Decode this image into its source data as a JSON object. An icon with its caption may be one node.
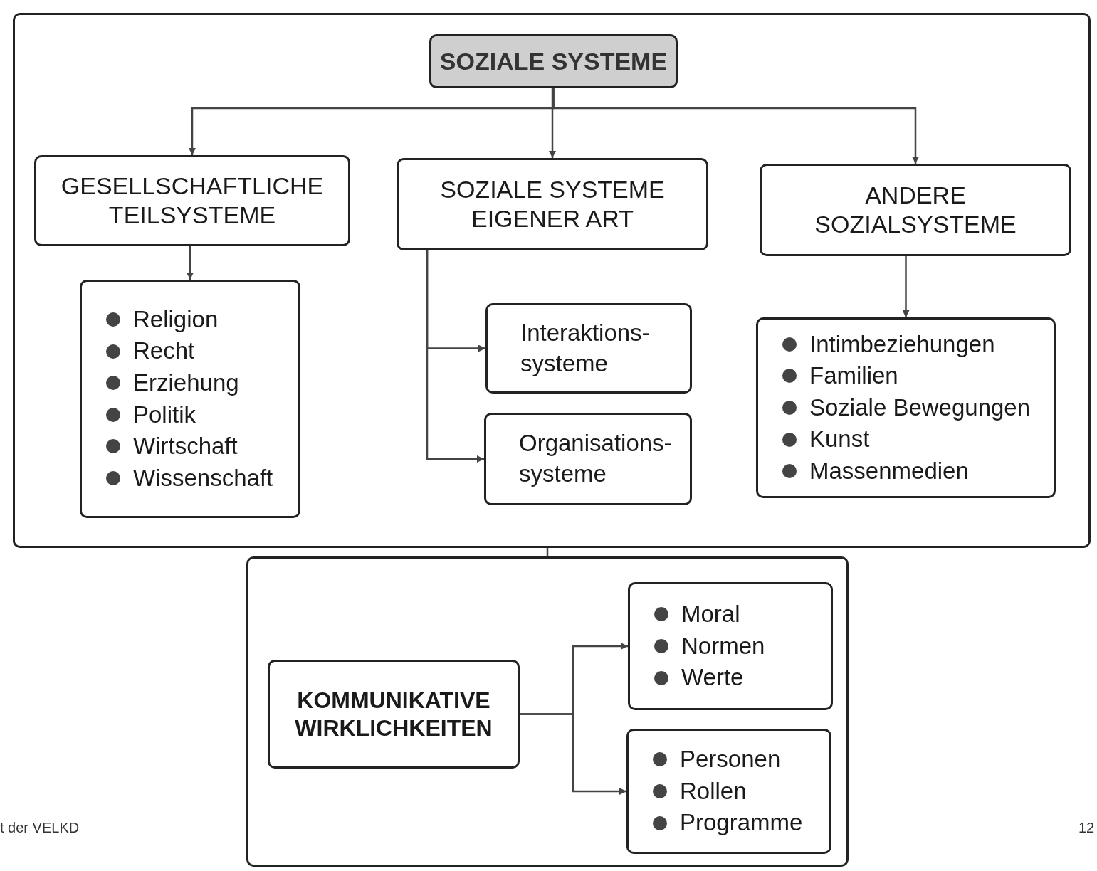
{
  "diagram": {
    "nodes": [
      {
        "text": [],
        "shape": "box"
      },
      {
        "text": [
          "SOZIALE SYSTEME"
        ],
        "in": 0
      },
      {
        "text": [
          "GESELLSCHAFTLICHE TEILSYSTEME"
        ],
        "in": 0
      },
      {
        "text": [
          "SOZIALE SYSTEME EIGENER ART"
        ],
        "in": 0
      },
      {
        "text": [
          "ANDERE SOZIALSYSTEME"
        ],
        "in": 0
      },
      {
        "text": [
          "Religion",
          "Recht",
          "Erziehung",
          "Politik",
          "Wirtschaft",
          "Wissenschaft"
        ],
        "in": 0
      },
      {
        "text": [
          "Interaktions- systeme"
        ],
        "in": 0
      },
      {
        "text": [
          "Organisations- systeme"
        ],
        "in": 0
      },
      {
        "text": [
          "Intimbeziehungen",
          "Familien",
          "Soziale Bewegungen",
          "Kunst",
          "Massenmedien"
        ],
        "in": 0
      },
      {
        "text": [],
        "shape": "box"
      },
      {
        "text": [
          "KOMMUNIKATIVE WIRKLICHKEITEN"
        ],
        "in": 9
      },
      {
        "text": [
          "Moral",
          "Normen",
          "Werte"
        ],
        "in": 9
      },
      {
        "text": [
          "Personen",
          "Rollen",
          "Programme"
        ],
        "in": 9
      }
    ],
    "edges": [
      {
        "from": 1,
        "to": 2,
        "arrow": "to"
      },
      {
        "from": 1,
        "to": 3,
        "arrow": "to"
      },
      {
        "from": 1,
        "to": 4,
        "arrow": "to"
      },
      {
        "from": 2,
        "to": 5,
        "arrow": "to"
      },
      {
        "from": 3,
        "to": 6,
        "arrow": "to"
      },
      {
        "from": 3,
        "to": 7,
        "arrow": "to"
      },
      {
        "from": 4,
        "to": 8,
        "arrow": "to"
      },
      {
        "from": 0,
        "to": 9,
        "arrow": "none"
      },
      {
        "from": 10,
        "to": 11,
        "arrow": "to"
      },
      {
        "from": 10,
        "to": 12,
        "arrow": "to"
      }
    ],
    "labels": [
      "t der VELKD",
      "12"
    ]
  }
}
